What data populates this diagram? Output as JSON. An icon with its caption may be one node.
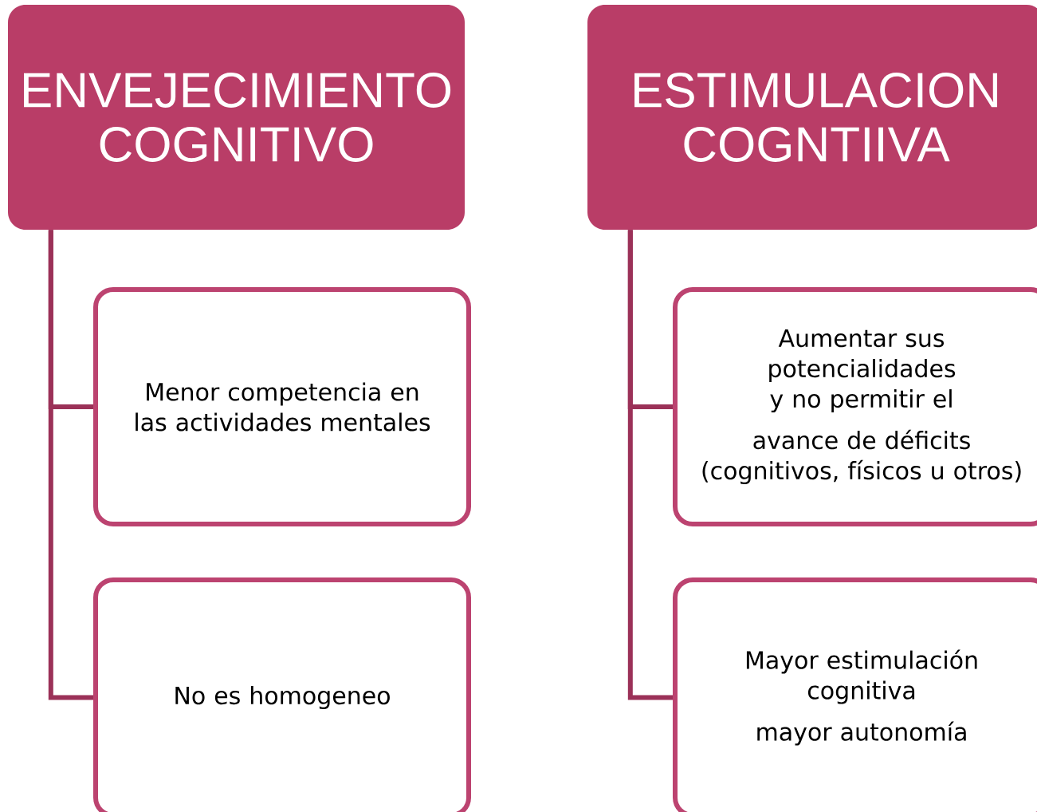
{
  "diagram": {
    "nodes": [
      {
        "text": [
          "ENVEJECIMIENTO COGNITIVO"
        ]
      },
      {
        "text": [
          "Menor competencia en las actividades mentales"
        ]
      },
      {
        "text": [
          "No es homogeneo"
        ]
      },
      {
        "text": [
          "ESTIMULACION COGNTIIVA"
        ]
      },
      {
        "text": [
          "Aumentar sus potencialidades y no permitir el",
          "avance de déficits (cognitivos, físicos u otros)"
        ]
      },
      {
        "text": [
          "Mayor estimulación cognitiva",
          "mayor autonomía"
        ]
      }
    ],
    "edges": [
      {
        "from": 0,
        "to": 1,
        "arrow": "none"
      },
      {
        "from": 0,
        "to": 2,
        "arrow": "none"
      },
      {
        "from": 3,
        "to": 4,
        "arrow": "none"
      },
      {
        "from": 3,
        "to": 5,
        "arrow": "none"
      }
    ]
  }
}
